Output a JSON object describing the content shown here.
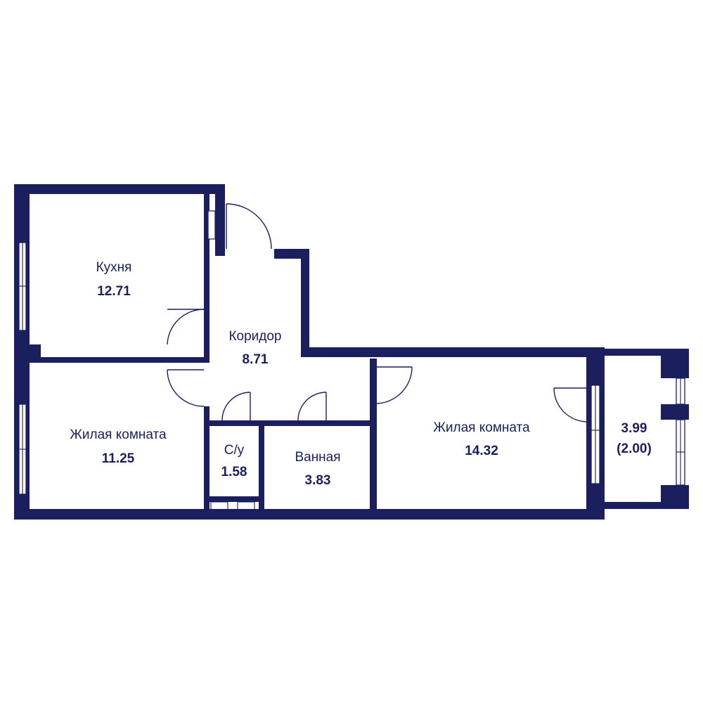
{
  "colors": {
    "wall": "#1b1f5e",
    "background": "#ffffff"
  },
  "rooms": {
    "kitchen": {
      "name": "Кухня",
      "area": "12.71"
    },
    "corridor": {
      "name": "Коридор",
      "area": "8.71"
    },
    "living1": {
      "name": "Жилая комната",
      "area": "11.25"
    },
    "wc": {
      "name": "С/у",
      "area": "1.58"
    },
    "bathroom": {
      "name": "Ванная",
      "area": "3.83"
    },
    "living2": {
      "name": "Жилая комната",
      "area": "14.32"
    },
    "balcony": {
      "area": "3.99",
      "area_reduced": "(2.00)"
    }
  }
}
